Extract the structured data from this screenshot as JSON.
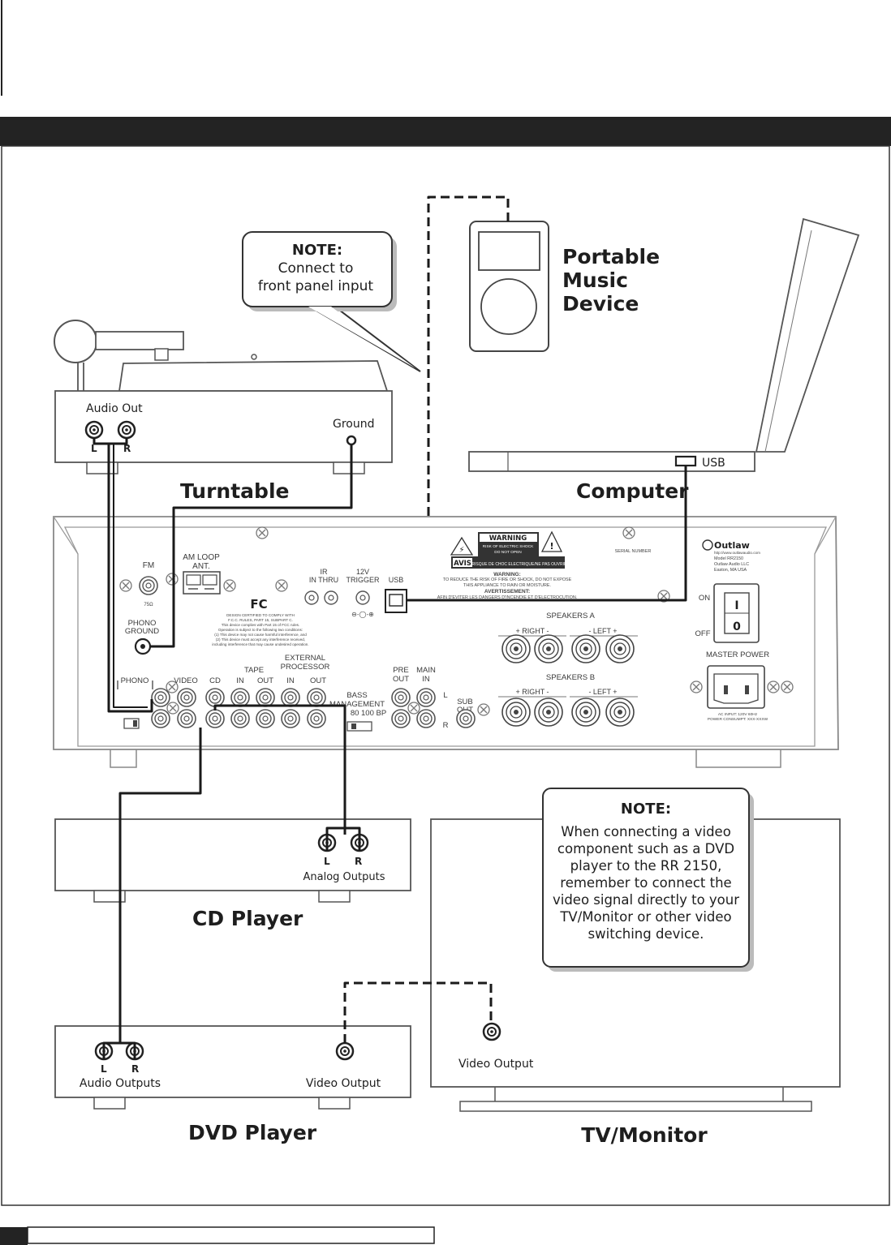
{
  "devices": {
    "turntable": {
      "title": "Turntable",
      "audio_out": "Audio Out",
      "left": "L",
      "right": "R",
      "ground": "Ground"
    },
    "computer": {
      "title": "Computer",
      "usb": "USB"
    },
    "portable": {
      "line1": "Portable",
      "line2": "Music",
      "line3": "Device"
    },
    "cd_player": {
      "title": "CD Player",
      "left": "L",
      "right": "R",
      "outputs": "Analog Outputs"
    },
    "dvd_player": {
      "title": "DVD Player",
      "left": "L",
      "right": "R",
      "audio_outputs": "Audio Outputs",
      "video_output": "Video Output"
    },
    "tv": {
      "title": "TV/Monitor",
      "video_output": "Video Output"
    }
  },
  "notes": {
    "front_panel": {
      "heading": "NOTE:",
      "line1": "Connect to",
      "line2": "front panel input"
    },
    "video": {
      "heading": "NOTE:",
      "lines": [
        "When connecting a video",
        "component such as a DVD",
        "player to the RR 2150,",
        "remember to connect the",
        "video signal directly to your",
        "TV/Monitor or other video",
        "switching device."
      ]
    }
  },
  "receiver": {
    "fm": "FM",
    "ohm": "75Ω",
    "am_loop_1": "AM LOOP",
    "am_loop_2": "ANT.",
    "ir": "IR",
    "ir_in_thru": "IN  THRU",
    "trigger_1": "12V",
    "trigger_2": "TRIGGER",
    "usb": "USB",
    "phono_ground_1": "PHONO",
    "phono_ground_2": "GROUND",
    "fcc": "FC",
    "fcc_lines": [
      "DESIGN CERTIFIED TO COMPLY WITH",
      "F.C.C. RULES, PART 15, SUBPART C.",
      "This device complies with Part 15 of FCC rules.",
      "Operation is subject to the following two conditions:",
      "(1) This device may not cause harmful interference, and",
      "(2) This device must accept any interference received,",
      "including interference that may cause undesired operation."
    ],
    "warning": "WARNING",
    "warning_sub1": "RISK OF ELECTRIC SHOCK",
    "warning_sub2": "DO NOT OPEN",
    "avis": "AVIS",
    "avis_text": "RISQUE DE CHOC ELECTRIQUE/NE PAS OUVRIR",
    "warning_head": "WARNING:",
    "warning_l1": "TO REDUCE THE RISK OF FIRE OR SHOCK, DO NOT EXPOSE",
    "warning_l2": "THIS APPLIANCE TO RAIN OR MOISTURE.",
    "avert_head": "AVERTISSEMENT:",
    "avert_l1": "AFIN D'EVITER LES DANGERS D'INCENDIE ET D'ELECTROCUTION.",
    "serial": "SERIAL NUMBER",
    "brand": "Outlaw",
    "brand_lines": [
      "http://www.outlawaudio.com",
      "Model RR2150",
      "Outlaw Audio LLC",
      "Easton, MA USA"
    ],
    "on": "ON",
    "off": "OFF",
    "switch_on": "I",
    "switch_off": "0",
    "master_power": "MASTER POWER",
    "speakers_a": "SPEAKERS A",
    "speakers_b": "SPEAKERS B",
    "right": "+ RIGHT -",
    "left": "-    LEFT  +",
    "ac_input_1": "AC INPUT: 120V 60Hz",
    "ac_input_2": "POWER CONSUMPT: XXX-XXXW",
    "phono": "PHONO",
    "video": "VIDEO",
    "cd": "CD",
    "tape": "TAPE",
    "ext_1": "EXTERNAL",
    "ext_2": "PROCESSOR",
    "in": "IN",
    "out": "OUT",
    "pre_1": "PRE",
    "pre_2": "OUT",
    "main_1": "MAIN",
    "main_2": "IN",
    "ch_l": "L",
    "ch_r": "R",
    "sub_1": "SUB",
    "sub_2": "OUT",
    "bass_1": "BASS",
    "bass_2": "MANAGEMENT",
    "bass_opts": "80  100    BP"
  }
}
